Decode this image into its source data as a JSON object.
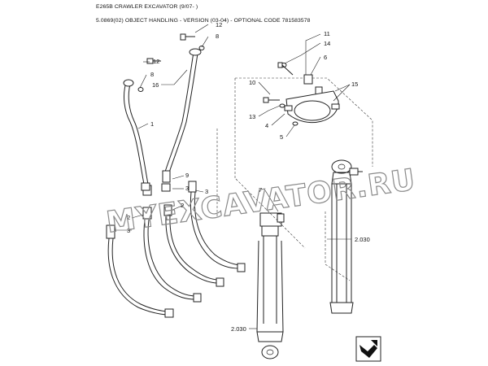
{
  "header": {
    "title": "E265B CRAWLER EXCAVATOR (9/07- )",
    "subtitle": "5.0869(02) OBJECT HANDLING - VERSION (03-04) - OPTIONAL CODE 781583578"
  },
  "watermark": "MYEXCAVATOR.RU",
  "callouts": {
    "c12a": "12",
    "c8a": "8",
    "c12b": "12",
    "c8b": "8",
    "c16": "16",
    "c1": "1",
    "c9": "9",
    "c3a": "3",
    "c2a": "2",
    "c2b": "2",
    "c3b": "3",
    "c2c": "2",
    "c11": "11",
    "c14": "14",
    "c6": "6",
    "c10": "10",
    "c15": "15",
    "c13": "13",
    "c4": "4",
    "c5": "5",
    "c7": "7"
  },
  "refs": {
    "r1": "2.030",
    "r2": "2.030"
  },
  "icons": {
    "nav": "next-page-arrow-icon"
  }
}
